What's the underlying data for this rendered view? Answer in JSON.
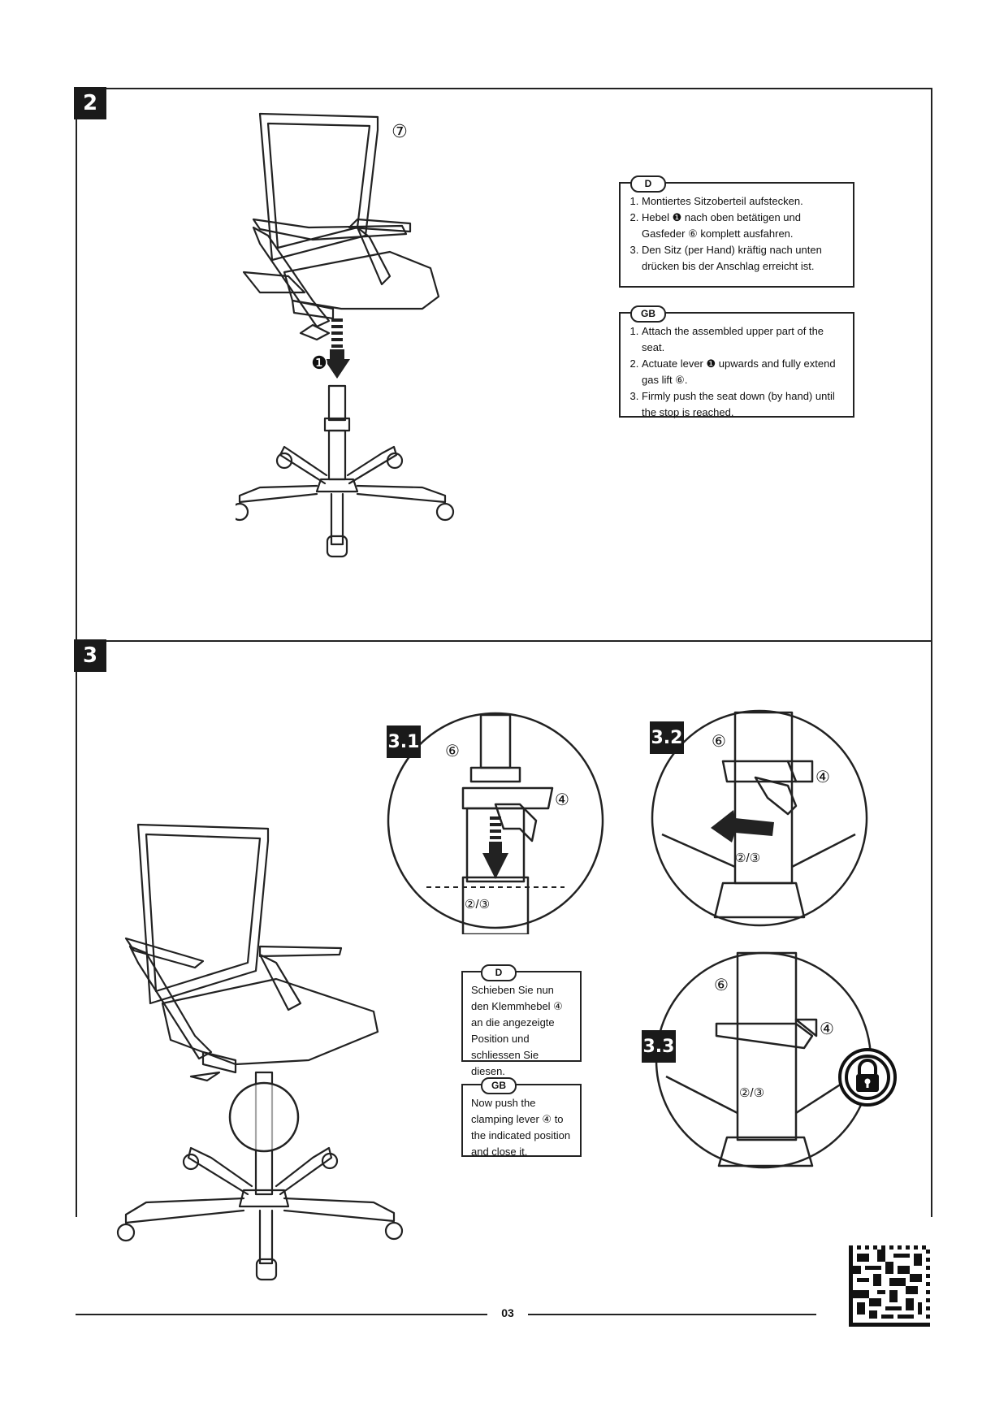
{
  "page_number": "03",
  "steps": [
    {
      "number": "2"
    },
    {
      "number": "3"
    }
  ],
  "step2": {
    "part_label": "⑦",
    "lever_label": "❶",
    "de": {
      "lang": "D",
      "items": [
        "Montiertes Sitzoberteil aufstecken.",
        "Hebel ❶ nach oben betätigen und Gasfeder ⑥ komplett ausfahren.",
        "Den Sitz (per Hand) kräftig nach unten drücken bis der Anschlag erreicht ist."
      ]
    },
    "gb": {
      "lang": "GB",
      "items": [
        "Attach the assembled upper part of the seat.",
        "Actuate lever ❶ upwards and fully extend gas lift ⑥.",
        "Firmly push the seat down (by hand) until the stop is reached."
      ]
    }
  },
  "step3": {
    "details": [
      {
        "id": "3.1",
        "top": "⑥",
        "side": "④",
        "bottom": "②/③"
      },
      {
        "id": "3.2",
        "top": "⑥",
        "side": "④",
        "bottom": "②/③"
      },
      {
        "id": "3.3",
        "top": "⑥",
        "side": "④",
        "bottom": "②/③"
      }
    ],
    "de": {
      "lang": "D",
      "text": "Schieben Sie nun den Klemmhebel ④ an die angezeigte Position und schliessen Sie diesen."
    },
    "gb": {
      "lang": "GB",
      "text": "Now push the clamping lever ④ to the indicated position and close it."
    }
  },
  "icons": {
    "lock": "lock-icon",
    "matrix_code": "data-matrix-code"
  }
}
